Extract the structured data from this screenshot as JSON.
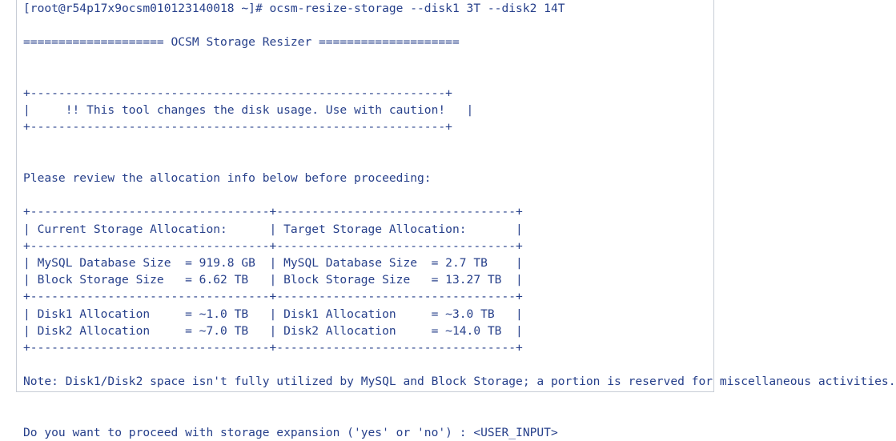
{
  "terminal": {
    "prompt": {
      "user_host": "[root@r54p17x9ocsm010123140018 ~]#",
      "command": "ocsm-resize-storage --disk1 3T --disk2 14T",
      "full_line": "[root@r54p17x9ocsm010123140018 ~]# ocsm-resize-storage --disk1 3T --disk2 14T"
    },
    "banner": {
      "title": "OCSM Storage Resizer",
      "left_rule": "====================",
      "right_rule": "====================",
      "full_line": "==================== OCSM Storage Resizer ===================="
    },
    "warning_box": {
      "top_border": "+-----------------------------------------------------------+",
      "message_line": "|     !! This tool changes the disk usage. Use with caution!   |",
      "bottom_border": "+-----------------------------------------------------------+",
      "message_text": "!! This tool changes the disk usage. Use with caution!"
    },
    "review_instruction": "Please review the allocation info below before proceeding:",
    "allocation_table": {
      "divider_full": "+----------------------------------+----------------------------------+",
      "header_row": "| Current Storage Allocation:      | Target Storage Allocation:       |",
      "headers": [
        "Current Storage Allocation:",
        "Target Storage Allocation:"
      ],
      "rows": [
        {
          "left": "| MySQL Database Size  = 919.8 GB  | MySQL Database Size  = 2.7 TB    |",
          "label": "MySQL Database Size",
          "current_value": "919.8 GB",
          "target_value": "2.7 TB"
        },
        {
          "left": "| Block Storage Size   = 6.62 TB   | Block Storage Size   = 13.27 TB  |",
          "label": "Block Storage Size",
          "current_value": "6.62 TB",
          "target_value": "13.27 TB"
        },
        {
          "left": "| Disk1 Allocation     = ~1.0 TB   | Disk1 Allocation     = ~3.0 TB   |",
          "label": "Disk1 Allocation",
          "current_value": "~1.0 TB",
          "target_value": "~3.0 TB"
        },
        {
          "left": "| Disk2 Allocation     = ~7.0 TB   | Disk2 Allocation     = ~14.0 TB  |",
          "label": "Disk2 Allocation",
          "current_value": "~7.0 TB",
          "target_value": "~14.0 TB"
        }
      ]
    },
    "note": "Note: Disk1/Disk2 space isn't fully utilized by MySQL and Block Storage; a portion is reserved for miscellaneous activities.",
    "confirm_prompt": {
      "question": "Do you want to proceed with storage expansion ('yes' or 'no') : ",
      "input_placeholder": "<USER_INPUT>",
      "full_line": "Do you want to proceed with storage expansion ('yes' or 'no') : <USER_INPUT>"
    },
    "colors": {
      "text": "#27408b",
      "background": "#ffffff",
      "border": "#c8cdd6"
    }
  }
}
